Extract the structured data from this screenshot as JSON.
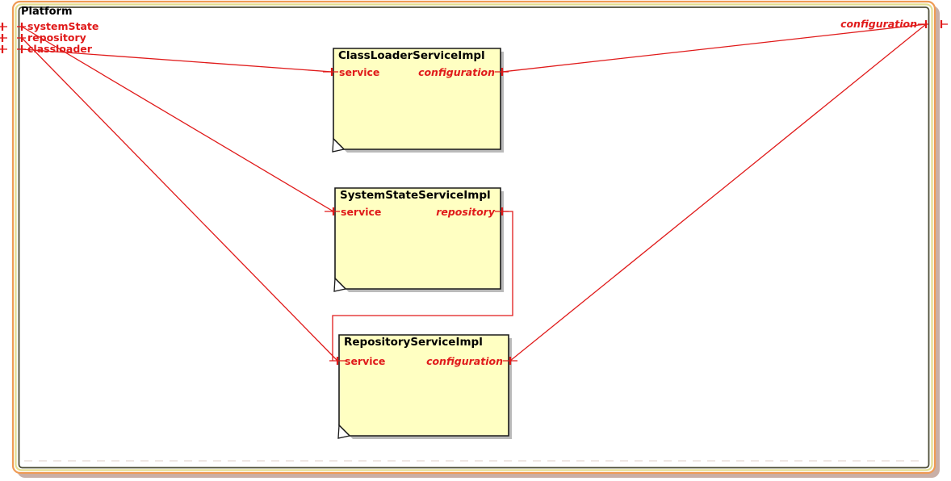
{
  "window": {
    "title": "Platform"
  },
  "platform": {
    "label": "Platform",
    "left_ports": [
      {
        "label": "systemState"
      },
      {
        "label": "repository"
      },
      {
        "label": "classloader"
      }
    ],
    "right_ports": [
      {
        "label": "configuration"
      }
    ]
  },
  "components": [
    {
      "title": "ClassLoaderServiceImpl",
      "provided_port": "service",
      "required_port": "configuration"
    },
    {
      "title": "SystemStateServiceImpl",
      "provided_port": "service",
      "required_port": "repository"
    },
    {
      "title": "RepositoryServiceImpl",
      "provided_port": "service",
      "required_port": "configuration"
    }
  ],
  "connections": [
    {
      "from": "Platform.systemState",
      "to": "SystemStateServiceImpl.service"
    },
    {
      "from": "Platform.repository",
      "to": "RepositoryServiceImpl.service"
    },
    {
      "from": "Platform.classloader",
      "to": "ClassLoaderServiceImpl.service"
    },
    {
      "from": "ClassLoaderServiceImpl.configuration",
      "to": "Platform.configuration"
    },
    {
      "from": "RepositoryServiceImpl.configuration",
      "to": "Platform.configuration"
    },
    {
      "from": "SystemStateServiceImpl.repository",
      "to": "RepositoryServiceImpl.service"
    }
  ],
  "colors": {
    "connector": "#E01A1A",
    "frame_orange": "#EF9B54",
    "frame_yellow": "#E2DD8F",
    "frame_dark": "#4E4E38",
    "component_fill": "#FFFFC2",
    "component_border": "#1A1A1A",
    "title_text": "#000000"
  }
}
